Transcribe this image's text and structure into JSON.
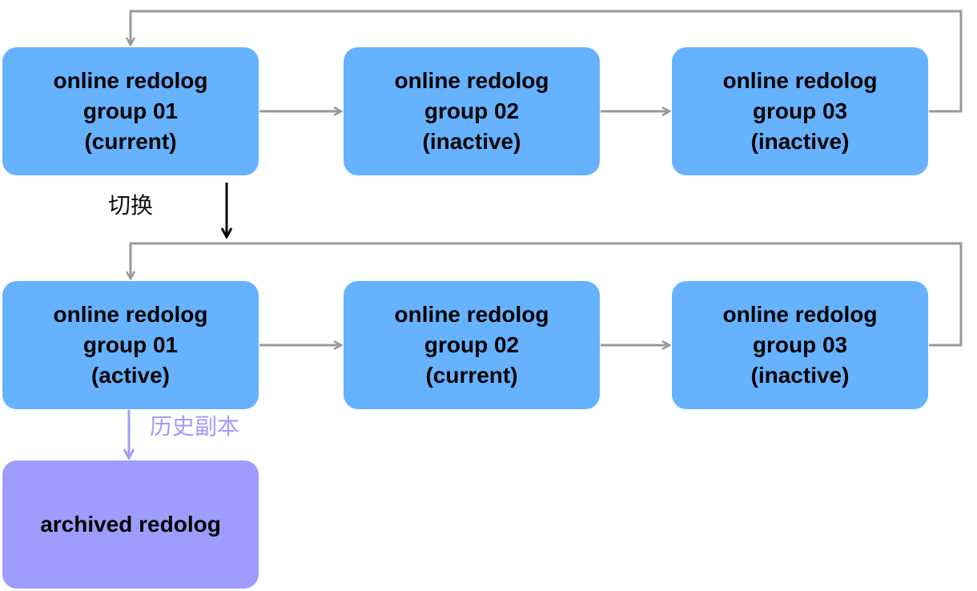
{
  "row1": {
    "g1": {
      "line1": "online redolog",
      "line2": "group 01",
      "line3": "(current)"
    },
    "g2": {
      "line1": "online redolog",
      "line2": "group 02",
      "line3": "(inactive)"
    },
    "g3": {
      "line1": "online redolog",
      "line2": "group 03",
      "line3": "(inactive)"
    }
  },
  "switch_label": "切换",
  "row2": {
    "g1": {
      "line1": "online redolog",
      "line2": "group 01",
      "line3": "(active)"
    },
    "g2": {
      "line1": "online redolog",
      "line2": "group 02",
      "line3": "(current)"
    },
    "g3": {
      "line1": "online redolog",
      "line2": "group 03",
      "line3": "(inactive)"
    }
  },
  "history_label": "历史副本",
  "archived": {
    "label": "archived redolog"
  },
  "colors": {
    "node": "#66b2ff",
    "archived": "#9e9cff",
    "connector": "#999999",
    "switch_arrow": "#000000",
    "archive_arrow": "#9e9cff"
  }
}
